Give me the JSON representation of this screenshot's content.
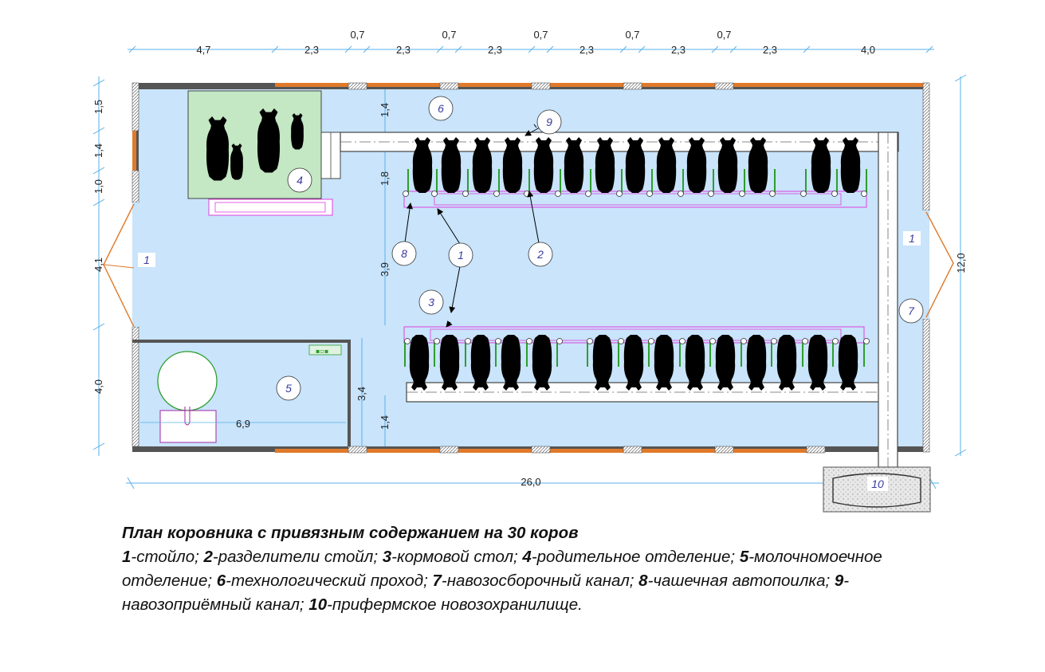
{
  "dims": {
    "top": [
      "4,7",
      "2,3",
      "0,7",
      "2,3",
      "0,7",
      "2,3",
      "0,7",
      "2,3",
      "0,7",
      "2,3",
      "0,7",
      "2,3",
      "4,0"
    ],
    "left": [
      "1,5",
      "1,4",
      "1,0",
      "4,1",
      "4,0"
    ],
    "right": "12,0",
    "bottom": "26,0",
    "inner_top": "1,4",
    "inner_18": "1,8",
    "inner_39": "3,9",
    "inner_34": "3,4",
    "inner_14": "1,4",
    "room5_width": "6,9"
  },
  "labels": {
    "c1a": "1",
    "c2": "2",
    "c3": "3",
    "c4": "4",
    "c5": "5",
    "c6": "6",
    "c7": "7",
    "c8": "8",
    "c9": "9",
    "c10": "10",
    "tag_left": "1",
    "tag_right": "1"
  },
  "caption": {
    "title": "План коровника с привязным содержанием на 30 коров",
    "items": [
      {
        "n": "1",
        "t": "-стойло; "
      },
      {
        "n": "2",
        "t": "-разделители стойл; "
      },
      {
        "n": "3",
        "t": "-кормовой стол; "
      },
      {
        "n": "4",
        "t": "-родительное отделение; "
      },
      {
        "n": "5",
        "t": "-молочномоечное отделение; "
      },
      {
        "n": "6",
        "t": "-технологический проход; "
      },
      {
        "n": "7",
        "t": "-навозосборочный канал; "
      },
      {
        "n": "8",
        "t": "-чашечная автопоилка; "
      },
      {
        "n": "9",
        "t": "-навозоприёмный канал; "
      },
      {
        "n": "10",
        "t": "-прифермское новозохранилище."
      }
    ]
  },
  "colors": {
    "floor": "#c9e4fb",
    "green_room": "#c3e8c3",
    "wall": "#555555",
    "window": "#e07a2a",
    "dim_line": "#5ab0e8",
    "manger": "#e040e0",
    "cow": "#000000",
    "divider": "#2e9e2e"
  }
}
